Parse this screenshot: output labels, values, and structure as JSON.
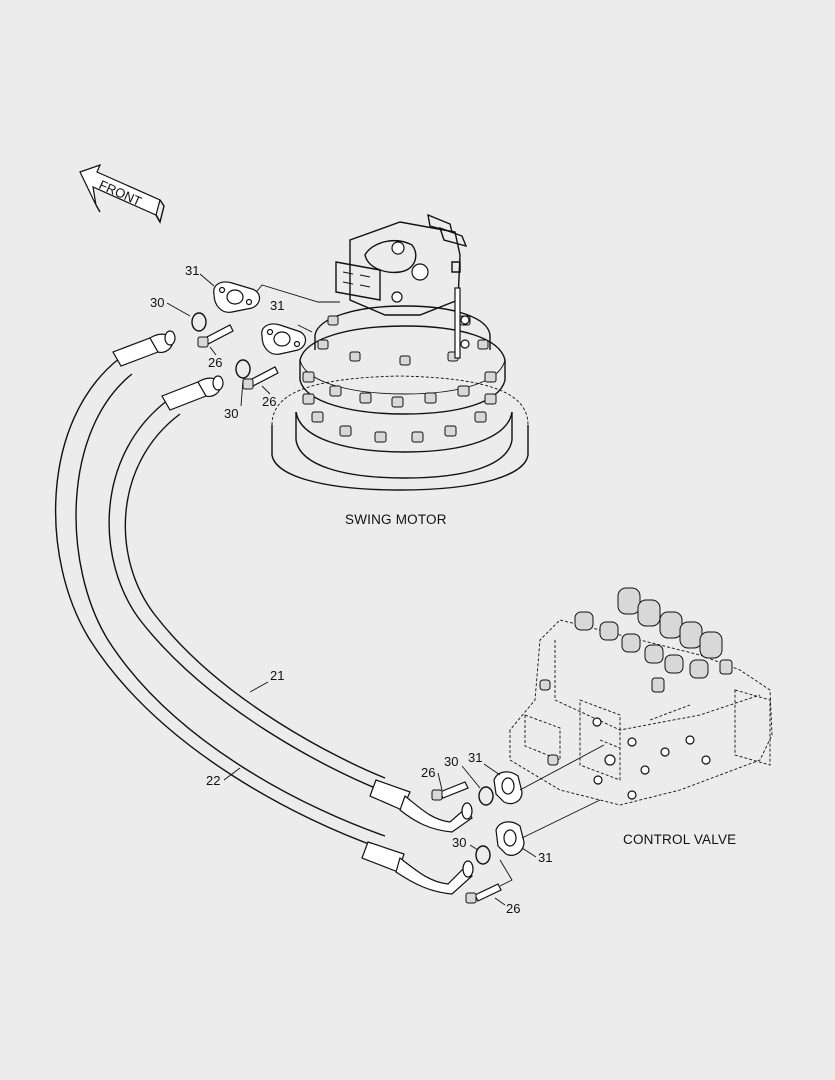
{
  "direction_indicator": {
    "label": "FRONT"
  },
  "components": {
    "swing_motor": "SWING MOTOR",
    "control_valve": "CONTROL VALVE"
  },
  "callouts": {
    "flange_upper_a": "31",
    "flange_upper_b": "31",
    "oring_upper_a": "30",
    "oring_upper_b": "30",
    "bolt_upper_a": "26",
    "bolt_upper_b": "26",
    "hose_21": "21",
    "hose_22": "22",
    "bolt_lower_a": "26",
    "oring_lower_a": "30",
    "flange_lower_a": "31",
    "oring_lower_b": "30",
    "flange_lower_b": "31",
    "bolt_lower_b": "26"
  }
}
